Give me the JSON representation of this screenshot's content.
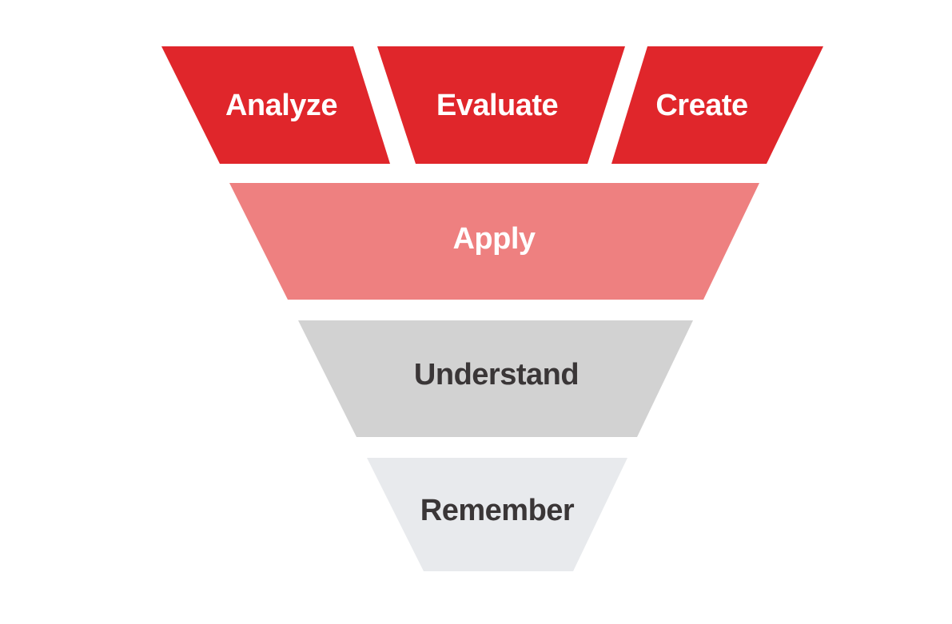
{
  "diagram": {
    "type": "inverted-pyramid-funnel",
    "levels": [
      {
        "label": "Analyze"
      },
      {
        "label": "Evaluate"
      },
      {
        "label": "Create"
      },
      {
        "label": "Apply"
      },
      {
        "label": "Understand"
      },
      {
        "label": "Remember"
      }
    ]
  },
  "colors": {
    "top_tier": "#e0262b",
    "apply_tier": "#ee8080",
    "understand_tier": "#d2d2d2",
    "remember_tier": "#e8eaed",
    "light_text": "#ffffff",
    "dark_text": "#3a3637",
    "background": "#ffffff"
  }
}
